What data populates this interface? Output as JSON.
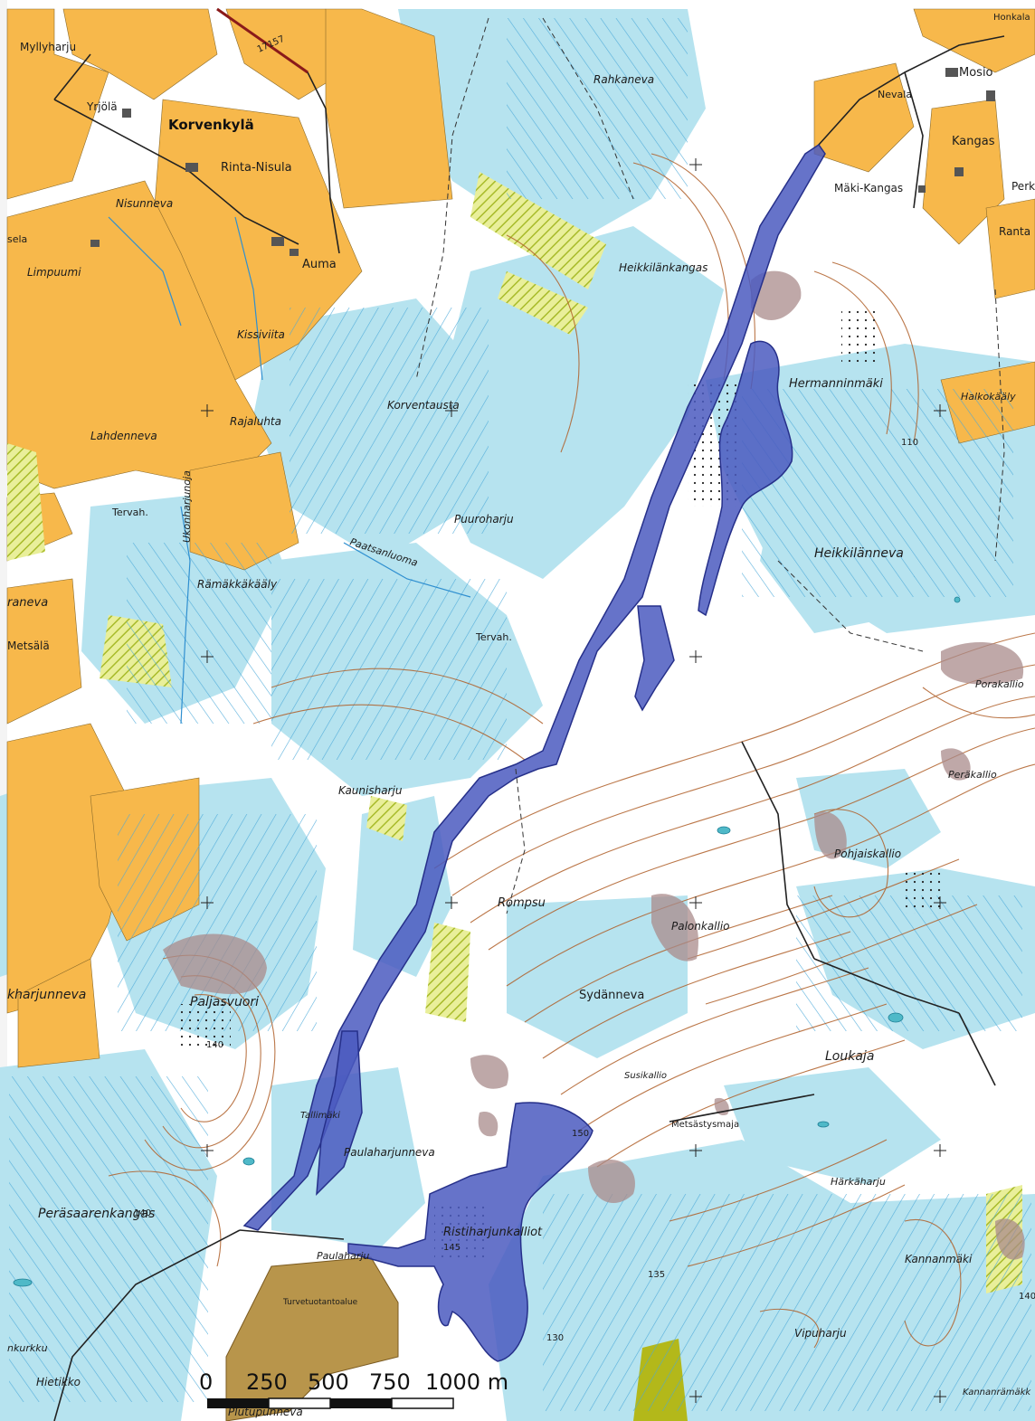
{
  "map": {
    "road_number": "17157",
    "colors": {
      "field": "#f7b84b",
      "wetland": "#b6e3ef",
      "ditch": "#4aa8d8",
      "contour": "#b0602a",
      "area_fill": "#4b5bbf",
      "rock": "#a98b8b",
      "peat": "#b8954b",
      "hatch": "#c9d95a",
      "road": "#222222"
    },
    "place_names": [
      {
        "text": "Myllyharju",
        "style": "n"
      },
      {
        "text": "Yrjölä",
        "style": "n"
      },
      {
        "text": "Korvenkylä",
        "style": "b"
      },
      {
        "text": "Rinta-Nisula",
        "style": "n"
      },
      {
        "text": "Nisunneva",
        "style": "i"
      },
      {
        "text": "Auma",
        "style": "n"
      },
      {
        "text": "Limpuumi",
        "style": "i"
      },
      {
        "text": "sela",
        "style": "n"
      },
      {
        "text": "Kissiviita",
        "style": "i"
      },
      {
        "text": "Lahdenneva",
        "style": "i"
      },
      {
        "text": "Rajaluhta",
        "style": "i"
      },
      {
        "text": "Korventausta",
        "style": "i"
      },
      {
        "text": "Tervah.",
        "style": "n"
      },
      {
        "text": "Ukonharjunoja",
        "style": "i"
      },
      {
        "text": "Paatsanluoma",
        "style": "i"
      },
      {
        "text": "Rämäkkäkääly",
        "style": "i"
      },
      {
        "text": "Puuroharju",
        "style": "i"
      },
      {
        "text": "raneva",
        "style": "i"
      },
      {
        "text": "Metsälä",
        "style": "n"
      },
      {
        "text": "Tervah.",
        "style": "n"
      },
      {
        "text": "Rahkaneva",
        "style": "i"
      },
      {
        "text": "Honkala",
        "style": "n"
      },
      {
        "text": "Mosio",
        "style": "n"
      },
      {
        "text": "Nevala",
        "style": "n"
      },
      {
        "text": "Kangas",
        "style": "n"
      },
      {
        "text": "Perk",
        "style": "n"
      },
      {
        "text": "Mäki-Kangas",
        "style": "n"
      },
      {
        "text": "Ranta",
        "style": "n"
      },
      {
        "text": "Heikkilänkangas",
        "style": "i"
      },
      {
        "text": "Hermanninmäki",
        "style": "i"
      },
      {
        "text": "Halkokääly",
        "style": "i"
      },
      {
        "text": "Heikkilänneva",
        "style": "i"
      },
      {
        "text": "Porakallio",
        "style": "i"
      },
      {
        "text": "Peräkallio",
        "style": "i"
      },
      {
        "text": "Kaunisharju",
        "style": "i"
      },
      {
        "text": "Pohjaiskallio",
        "style": "i"
      },
      {
        "text": "Rompsu",
        "style": "i"
      },
      {
        "text": "Palonkallio",
        "style": "i"
      },
      {
        "text": "Sydänneva",
        "style": "n"
      },
      {
        "text": "Loukaja",
        "style": "i"
      },
      {
        "text": "kharjunneva",
        "style": "i"
      },
      {
        "text": "Paljasvuori",
        "style": "i"
      },
      {
        "text": "Susikallio",
        "style": "i"
      },
      {
        "text": "Tallimäki",
        "style": "i"
      },
      {
        "text": "Metsästysmaja",
        "style": "n"
      },
      {
        "text": "Paulaharjunneva",
        "style": "i"
      },
      {
        "text": "Härkäharju",
        "style": "i"
      },
      {
        "text": "Peräsaarenkangas",
        "style": "i"
      },
      {
        "text": "Ristiharjunkalliot",
        "style": "i"
      },
      {
        "text": "Paulaharju",
        "style": "i"
      },
      {
        "text": "Kannanmäki",
        "style": "i"
      },
      {
        "text": "Turvetuotantoalue",
        "style": "n"
      },
      {
        "text": "Vipuharju",
        "style": "i"
      },
      {
        "text": "nkurkku",
        "style": "i"
      },
      {
        "text": "Hietikko",
        "style": "i"
      },
      {
        "text": "Kannanrämäkk",
        "style": "i"
      },
      {
        "text": "Plutupunneva",
        "style": "i"
      }
    ],
    "contour_labels": [
      "110",
      "140",
      "135",
      "130",
      "140",
      "150",
      "145",
      "140"
    ],
    "scale_bar": {
      "tick_labels": [
        "0",
        "250",
        "500",
        "750",
        "1000 m"
      ]
    }
  }
}
